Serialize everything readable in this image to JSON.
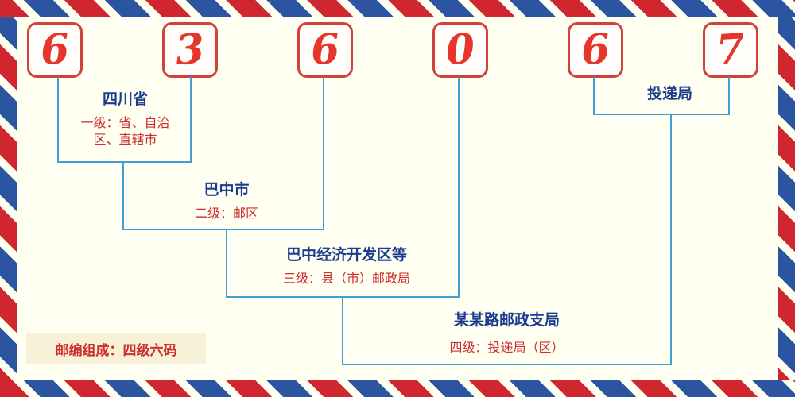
{
  "digits": [
    "6",
    "3",
    "6",
    "0",
    "6",
    "7"
  ],
  "levels": [
    {
      "name": "四川省",
      "desc": "一级：省、自治区、直辖市"
    },
    {
      "name": "巴中市",
      "desc": "二级：邮区"
    },
    {
      "name": "巴中经济开发区等",
      "desc": "三级：县（市）邮政局"
    },
    {
      "name": "某某路邮政支局",
      "desc": "四级：投递局（区）"
    },
    {
      "name": "投递局"
    }
  ],
  "footer": {
    "note": "邮编组成：四级六码"
  },
  "colors": {
    "digit-red": "#e8352c",
    "box-border": "#d2413a",
    "line-blue": "#3f9fd4",
    "label-navy": "#1d3d8f",
    "desc-red": "#cc2d2d",
    "stripe-red": "#cf2630",
    "stripe-blue": "#2b55a0",
    "bg-cream": "#fffff2",
    "note-bg": "#f7f1d7"
  }
}
